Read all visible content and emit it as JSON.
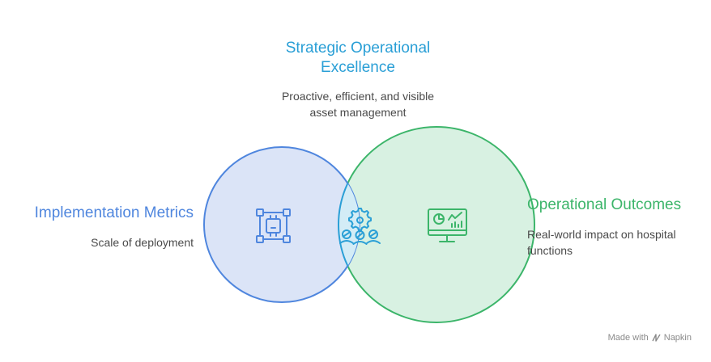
{
  "diagram": {
    "type": "venn",
    "intersection": {
      "title_line1": "Strategic Operational",
      "title_line2": "Excellence",
      "description_line1": "Proactive, efficient, and visible",
      "description_line2": "asset management",
      "icon": "gear-people-icon",
      "color": "#2a9fd6"
    },
    "left": {
      "title": "Implementation Metrics",
      "description": "Scale of deployment",
      "icon": "chip-circuit-icon",
      "fill": "#dbe4f7",
      "stroke": "#4f86de"
    },
    "right": {
      "title": "Operational Outcomes",
      "description_line1": "Real-world impact on hospital",
      "description_line2": "functions",
      "icon": "monitor-dashboard-icon",
      "fill": "#d8f1e2",
      "stroke": "#3cb56a"
    }
  },
  "footer": {
    "made_with": "Made with",
    "brand": "Napkin",
    "icon": "napkin-logo-icon"
  }
}
